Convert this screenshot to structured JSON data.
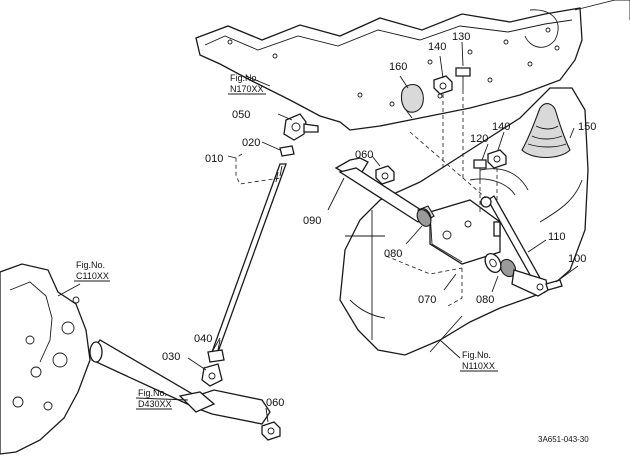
{
  "callouts": {
    "c010": "010",
    "c020": "020",
    "c030": "030",
    "c040": "040",
    "c050": "050",
    "c060_top": "060",
    "c060_bottom": "060",
    "c070": "070",
    "c080_left": "080",
    "c080_right": "080",
    "c090": "090",
    "c100": "100",
    "c110": "110",
    "c120": "120",
    "c130": "130",
    "c140_top": "140",
    "c140_right": "140",
    "c150": "150",
    "c160": "160"
  },
  "figrefs": {
    "n170": {
      "label": "Fig.No.",
      "code": "N170XX"
    },
    "c110": {
      "label": "Fig.No.",
      "code": "C110XX"
    },
    "n110": {
      "label": "Fig.No.",
      "code": "N110XX"
    },
    "d430": {
      "label": "Fig.No.",
      "code": "D430XX"
    }
  },
  "drawing_code": "3A651-043-30"
}
